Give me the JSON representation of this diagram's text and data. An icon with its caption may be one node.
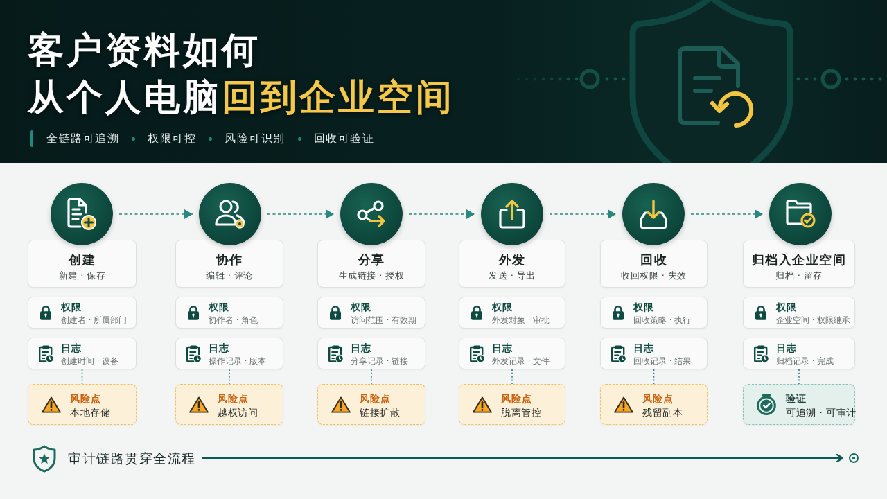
{
  "diagram": {
    "title": "客户资料如何从个人电脑回到企业空间",
    "nodes": [
      {
        "text": [],
        "shape": "circle"
      },
      {
        "text": [
          "创建",
          "新建 · 保存"
        ]
      },
      {
        "text": [
          "权限",
          "创建者 · 所属部门"
        ]
      },
      {
        "text": [
          "日志",
          "创建时间 · 设备"
        ]
      },
      {
        "text": [
          "风险点",
          "本地存储"
        ]
      },
      {
        "text": [],
        "shape": "circle"
      },
      {
        "text": [
          "协作",
          "编辑 · 评论"
        ]
      },
      {
        "text": [
          "权限",
          "协作者 · 角色"
        ]
      },
      {
        "text": [
          "日志",
          "操作记录 · 版本"
        ]
      },
      {
        "text": [
          "风险点",
          "越权访问"
        ]
      },
      {
        "text": [],
        "shape": "circle"
      },
      {
        "text": [
          "分享",
          "生成链接 · 授权"
        ]
      },
      {
        "text": [
          "权限",
          "访问范围 · 有效期"
        ]
      },
      {
        "text": [
          "日志",
          "分享记录 · 链接"
        ]
      },
      {
        "text": [
          "风险点",
          "链接扩散"
        ]
      },
      {
        "text": [],
        "shape": "circle"
      },
      {
        "text": [
          "外发",
          "发送 · 导出"
        ]
      },
      {
        "text": [
          "权限",
          "外发对象 · 审批"
        ]
      },
      {
        "text": [
          "日志",
          "外发记录 · 文件"
        ]
      },
      {
        "text": [
          "风险点",
          "脱离管控"
        ]
      },
      {
        "text": [],
        "shape": "circle"
      },
      {
        "text": [
          "回收",
          "收回权限 · 失效"
        ]
      },
      {
        "text": [
          "权限",
          "回收策略 · 执行"
        ]
      },
      {
        "text": [
          "日志",
          "回收记录 · 结果"
        ]
      },
      {
        "text": [
          "风险点",
          "残留副本"
        ]
      },
      {
        "text": [],
        "shape": "circle"
      },
      {
        "text": [
          "归档入企业空间",
          "归档 · 留存"
        ]
      },
      {
        "text": [
          "权限",
          "企业空间 · 权限继承"
        ]
      },
      {
        "text": [
          "日志",
          "归档记录 · 完成"
        ]
      },
      {
        "text": [
          "验证",
          "可追溯 · 可审计"
        ]
      },
      {
        "text": [
          "审计链路贯穿全流程"
        ]
      },
      {
        "text": [],
        "shape": "circle"
      }
    ],
    "edges": [
      {
        "from": 0,
        "to": 5,
        "arrow": "to",
        "style": "dashed"
      },
      {
        "from": 5,
        "to": 10,
        "arrow": "to",
        "style": "dashed"
      },
      {
        "from": 10,
        "to": 15,
        "arrow": "to",
        "style": "dashed"
      },
      {
        "from": 15,
        "to": 20,
        "arrow": "to",
        "style": "dashed"
      },
      {
        "from": 20,
        "to": 25,
        "arrow": "to",
        "style": "dashed"
      },
      {
        "from": 3,
        "to": 4,
        "arrow": "none",
        "style": "dashed"
      },
      {
        "from": 8,
        "to": 9,
        "arrow": "none",
        "style": "dashed"
      },
      {
        "from": 13,
        "to": 14,
        "arrow": "none",
        "style": "dashed"
      },
      {
        "from": 18,
        "to": 19,
        "arrow": "none",
        "style": "dashed"
      },
      {
        "from": 23,
        "to": 24,
        "arrow": "none",
        "style": "dashed"
      },
      {
        "from": 28,
        "to": 29,
        "arrow": "none",
        "style": "dashed"
      },
      {
        "from": 30,
        "to": 31,
        "arrow": "to",
        "color": "#0f5a50"
      }
    ],
    "labels": [
      "全链路可追溯",
      "权限可控",
      "风险可识别",
      "回收可验证"
    ]
  }
}
